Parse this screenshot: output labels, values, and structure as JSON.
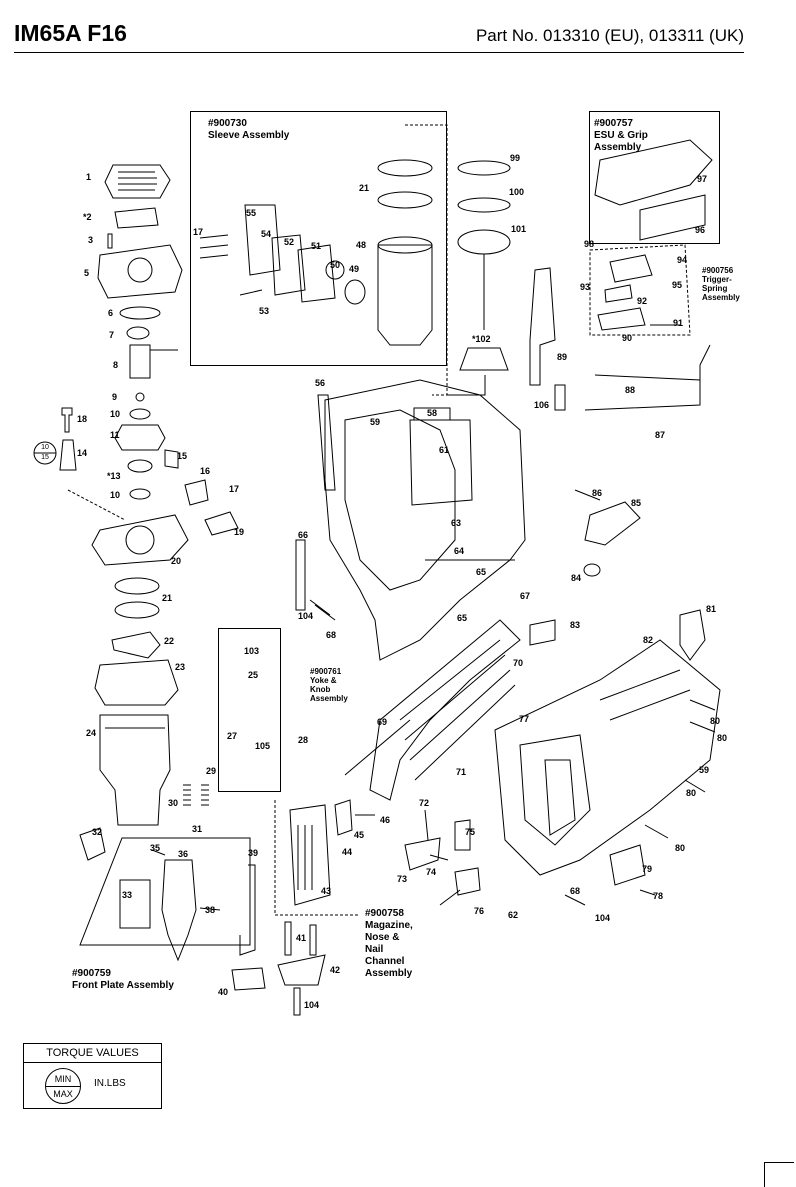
{
  "header": {
    "model": "IM65A F16",
    "part_no": "Part No. 013310 (EU), 013311 (UK)"
  },
  "groups": {
    "sleeve_no": "#900730",
    "sleeve_name": "Sleeve Assembly",
    "esu_no": "#900757",
    "esu_name1": "ESU & Grip",
    "esu_name2": "Assembly",
    "trigger_no": "#900756",
    "trigger_name1": "Trigger-",
    "trigger_name2": "Spring",
    "trigger_name3": "Assembly",
    "yoke_no": "#900761",
    "yoke_name1": "Yoke &",
    "yoke_name2": "Knob",
    "yoke_name3": "Assembly",
    "magazine_no": "#900758",
    "magazine_name1": "Magazine,",
    "magazine_name2": "Nose &",
    "magazine_name3": "Nail",
    "magazine_name4": "Channel",
    "magazine_name5": "Assembly",
    "front_no": "#900759",
    "front_name": "Front Plate Assembly"
  },
  "torque_legend": {
    "heading": "TORQUE VALUES",
    "min_label": "MIN",
    "max_label": "MAX",
    "unit": "IN.LBS"
  },
  "torque_badge": {
    "min": "10",
    "max": "15"
  },
  "part_numbers": [
    "1",
    "*2",
    "3",
    "5",
    "6",
    "7",
    "8",
    "9",
    "10",
    "11",
    "18",
    "14",
    "*13",
    "15",
    "16",
    "10",
    "17",
    "19",
    "20",
    "21",
    "22",
    "23",
    "24",
    "29",
    "30",
    "31",
    "32",
    "35",
    "36",
    "33",
    "38",
    "39",
    "41",
    "40",
    "42",
    "104",
    "17",
    "55",
    "54",
    "52",
    "51",
    "48",
    "50",
    "49",
    "53",
    "21",
    "99",
    "100",
    "101",
    "*102",
    "97",
    "96",
    "98",
    "94",
    "93",
    "95",
    "92",
    "91",
    "90",
    "89",
    "88",
    "106",
    "87",
    "56",
    "58",
    "59",
    "61",
    "63",
    "64",
    "65",
    "67",
    "65",
    "66",
    "104",
    "68",
    "86",
    "85",
    "84",
    "81",
    "83",
    "82",
    "80",
    "80",
    "59",
    "80",
    "80",
    "79",
    "78",
    "103",
    "25",
    "27",
    "105",
    "28",
    "70",
    "69",
    "71",
    "77",
    "72",
    "75",
    "74",
    "73",
    "76",
    "62",
    "68",
    "104",
    "46",
    "45",
    "44",
    "43"
  ]
}
